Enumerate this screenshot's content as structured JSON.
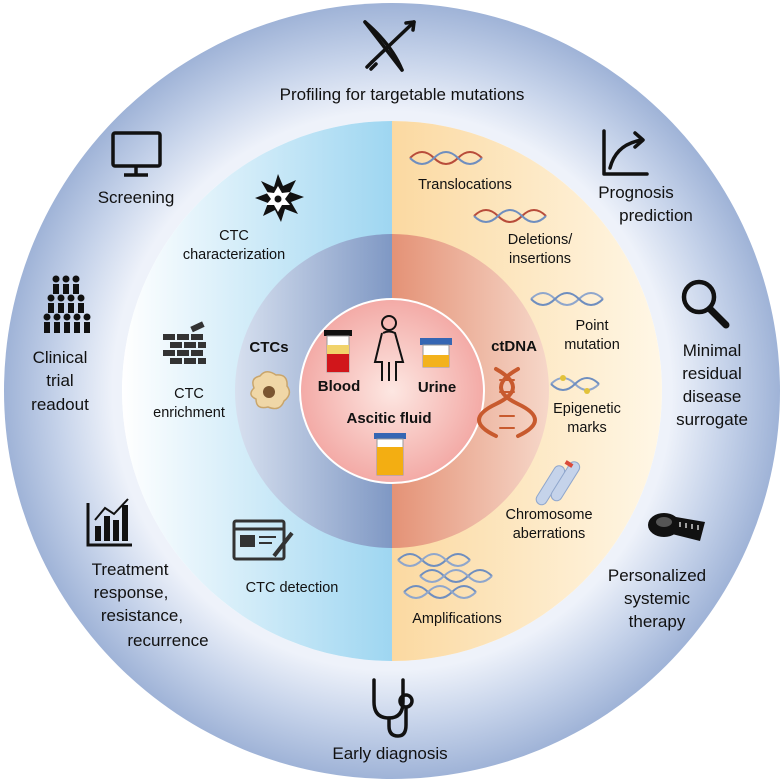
{
  "outer_ring": {
    "profiling": "Profiling for targetable mutations",
    "screening": "Screening",
    "prognosis": [
      "Prognosis",
      "prediction"
    ],
    "clinical": [
      "Clinical",
      "trial",
      "readout"
    ],
    "mrd": [
      "Minimal",
      "residual",
      "disease",
      "surrogate"
    ],
    "treatment": [
      "Treatment",
      "response,",
      "resistance,",
      "recurrence"
    ],
    "personalized": [
      "Personalized",
      "systemic",
      "therapy"
    ],
    "early": "Early diagnosis"
  },
  "ctc_side": {
    "characterization": [
      "CTC",
      "characterization"
    ],
    "enrichment": [
      "CTC",
      "enrichment"
    ],
    "detection": "CTC  detection",
    "label": "CTCs"
  },
  "ctdna_side": {
    "label": "ctDNA",
    "translocations": "Translocations",
    "deletions": [
      "Deletions/",
      "insertions"
    ],
    "point": [
      "Point",
      "mutation"
    ],
    "epigenetic": [
      "Epigenetic",
      "marks"
    ],
    "chromosome": [
      "Chromosome",
      "aberrations"
    ],
    "amplifications": "Amplifications"
  },
  "center": {
    "blood": "Blood",
    "urine": "Urine",
    "ascitic": "Ascitic fluid"
  },
  "colors": {
    "outer_ring": "#a9bcdc",
    "left_band": "#aedcf2",
    "right_band": "#fbe2b0",
    "inner_left": "#8fa6cc",
    "inner_right": "#e9a489",
    "core": "#f6b9b6"
  }
}
